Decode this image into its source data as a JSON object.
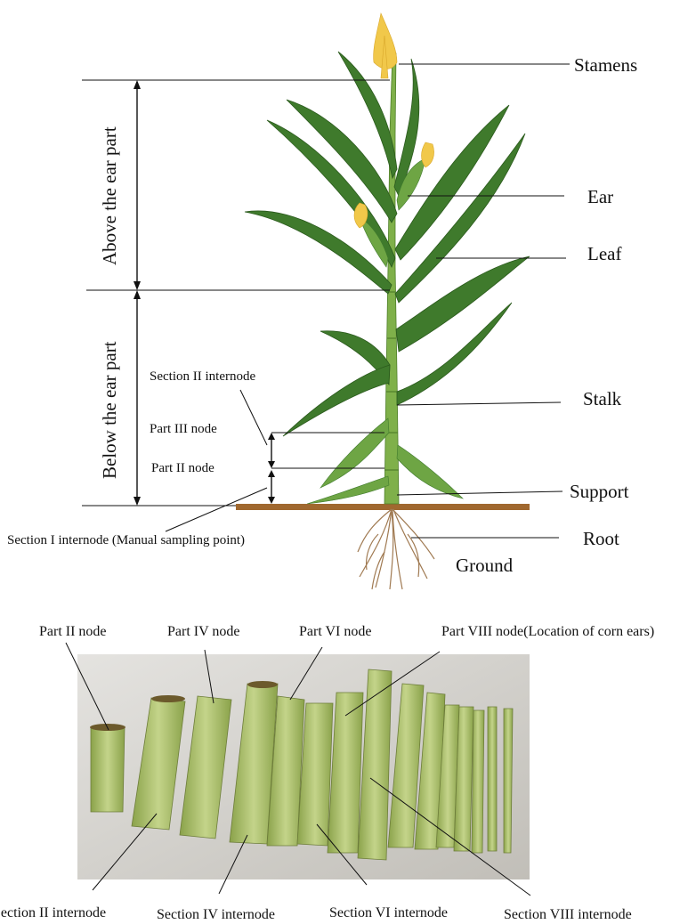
{
  "upper_figure": {
    "labels": {
      "stamens": "Stamens",
      "ear": "Ear",
      "leaf": "Leaf",
      "stalk": "Stalk",
      "support": "Support",
      "root": "Root",
      "ground": "Ground",
      "above_ear_part": "Above the ear part",
      "below_ear_part": "Below the ear part",
      "section_ii_internode": "Section II internode",
      "part_iii_node": "Part III node",
      "part_ii_node": "Part II node",
      "section_i_internode": "Section I internode (Manual sampling point)"
    }
  },
  "lower_figure": {
    "top_labels": {
      "part_ii_node": "Part II node",
      "part_iv_node": "Part IV node",
      "part_vi_node": "Part VI node",
      "part_viii_node": "Part VIII node(Location of corn ears)"
    },
    "bottom_labels": {
      "section_ii_internode": "Section II internode",
      "section_iv_internode": "Section IV internode",
      "section_vi_internode": "Section VI internode",
      "section_viii_internode": "Section VIII internode"
    },
    "photo_background": "#d6d4cf",
    "stalk_color": "#a9c06a"
  }
}
